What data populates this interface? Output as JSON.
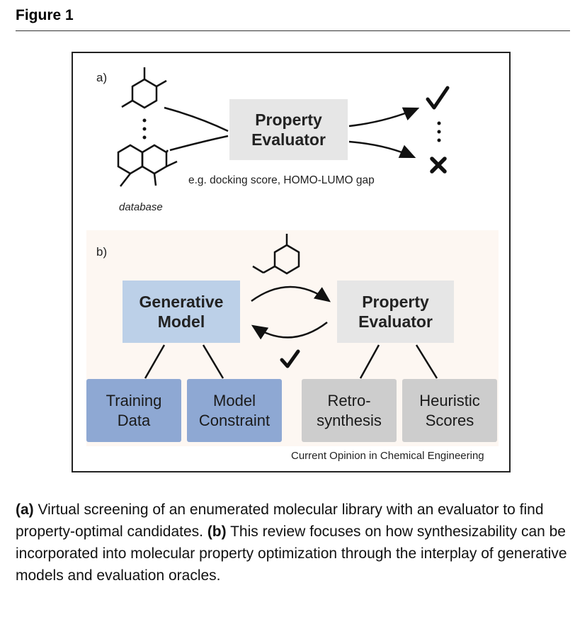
{
  "figure": {
    "heading": "Figure 1",
    "credit": "Current Opinion in Chemical Engineering"
  },
  "panel_a": {
    "label": "a)",
    "evaluator_label_line1": "Property",
    "evaluator_label_line2": "Evaluator",
    "example_text": "e.g. docking score, HOMO-LUMO gap",
    "database_label": "database"
  },
  "panel_b": {
    "label": "b)",
    "generative_line1": "Generative",
    "generative_line2": "Model",
    "evaluator_line1": "Property",
    "evaluator_line2": "Evaluator",
    "training_line1": "Training",
    "training_line2": "Data",
    "constraint_line1": "Model",
    "constraint_line2": "Constraint",
    "retro_line1": "Retro-",
    "retro_line2": "synthesis",
    "heuristic_line1": "Heuristic",
    "heuristic_line2": "Scores"
  },
  "caption": {
    "a_label": "(a)",
    "a_text": " Virtual screening of an enumerated molecular library with an evaluator to find property-optimal candidates. ",
    "b_label": "(b)",
    "b_text": " This review focuses on how synthesizability can be incorporated into molecular property optimization through the interplay of generative models and evaluation oracles."
  },
  "colors": {
    "generative_box": "#bcd0e8",
    "blue_box": "#8ea8d3",
    "gray_box": "#e6e6e6",
    "dark_gray_box": "#cdcdcd",
    "panel_b_background": "#fdf7f2"
  },
  "icons": [
    "check-icon",
    "cross-icon",
    "molecule-icon"
  ]
}
